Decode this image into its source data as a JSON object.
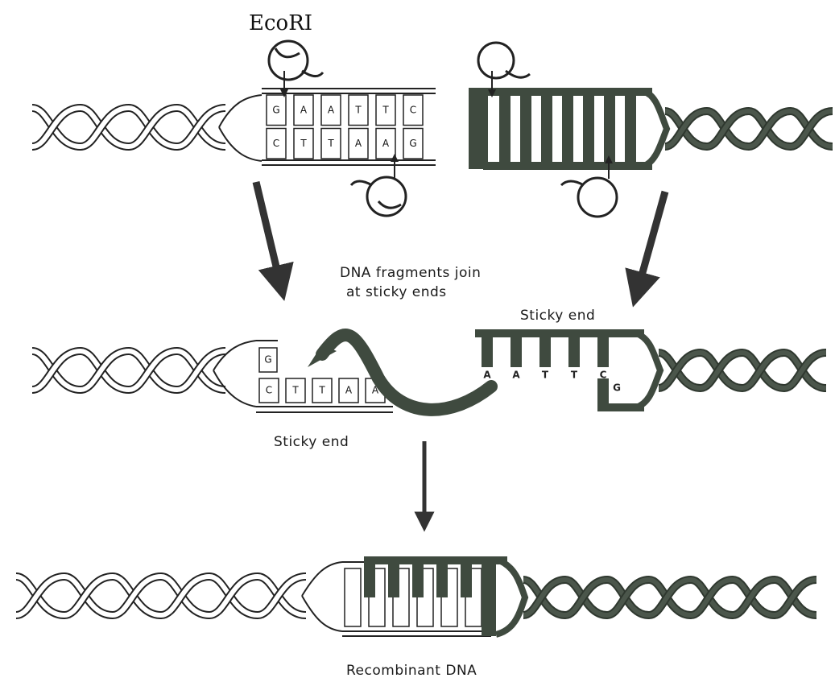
{
  "title": "EcoRI",
  "labels": {
    "fragments_join_line1": "DNA fragments join",
    "fragments_join_line2": "at sticky ends",
    "sticky_end_right": "Sticky end",
    "sticky_end_left": "Sticky end",
    "recombinant": "Recombinant DNA"
  },
  "top_left_insert": {
    "top_strand": [
      "G",
      "A",
      "A",
      "T",
      "T",
      "C"
    ],
    "bottom_strand": [
      "C",
      "T",
      "T",
      "A",
      "A",
      "G"
    ]
  },
  "middle_left_end": {
    "top_strand": [
      "G"
    ],
    "bottom_strand": [
      "C",
      "T",
      "T",
      "A",
      "A"
    ]
  },
  "middle_right_end": {
    "top_strand": [
      "A",
      "A",
      "T",
      "T",
      "C"
    ],
    "bottom_strand": [
      "G"
    ]
  },
  "colors": {
    "light_strand_fill": "#ffffff",
    "light_strand_stroke": "#222222",
    "dark_strand": "#3f4a3f",
    "arrow": "#333333",
    "line": "#222222"
  }
}
